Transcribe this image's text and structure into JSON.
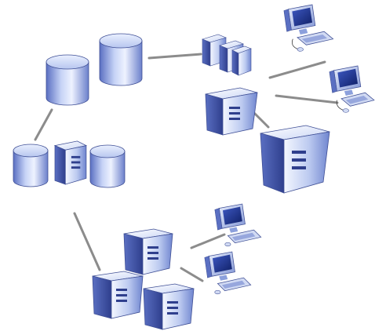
{
  "diagram": {
    "kind": "network-topology",
    "background": "#ffffff",
    "palette": {
      "connector": "#8c8c8c",
      "device_light": "#e6ecf9",
      "device_mid": "#9aaee0",
      "device_dark": "#4f63b6",
      "device_outline": "#3f4f95",
      "screen": "#1b2f86",
      "disk_top": "#d9e3fb",
      "disk_side": "#7f95d4",
      "keyboard": "#d1daf3"
    },
    "components": [
      {
        "id": "db-cluster-a",
        "name": "database-pair",
        "type": "database-pair"
      },
      {
        "id": "db-cluster-b",
        "name": "database-server-database",
        "type": "server-with-databases"
      },
      {
        "id": "rack-stack",
        "name": "server-rack-stack",
        "type": "server-stack"
      },
      {
        "id": "server-upper-mid",
        "name": "server-upper",
        "type": "tower-server"
      },
      {
        "id": "server-large",
        "name": "server-large",
        "type": "tower-server"
      },
      {
        "id": "workstation-top",
        "name": "workstation-top",
        "type": "workstation"
      },
      {
        "id": "workstation-right",
        "name": "workstation-right",
        "type": "workstation"
      },
      {
        "id": "server-bottom-mid",
        "name": "server-bottom-mid",
        "type": "tower-server"
      },
      {
        "id": "server-bottom-left",
        "name": "server-bottom-left",
        "type": "tower-server"
      },
      {
        "id": "server-bottom-right",
        "name": "server-bottom-right",
        "type": "tower-server"
      },
      {
        "id": "workstation-bottom-1",
        "name": "workstation-bottom-upper",
        "type": "workstation"
      },
      {
        "id": "workstation-bottom-2",
        "name": "workstation-bottom-lower",
        "type": "workstation"
      }
    ],
    "connections": [
      {
        "from": "db-cluster-a",
        "to": "rack-stack"
      },
      {
        "from": "db-cluster-a",
        "to": "db-cluster-b"
      },
      {
        "from": "server-upper-mid",
        "to": "workstation-top"
      },
      {
        "from": "server-upper-mid",
        "to": "workstation-right"
      },
      {
        "from": "server-upper-mid",
        "to": "server-large"
      },
      {
        "from": "db-cluster-b",
        "to": "server-bottom-left"
      },
      {
        "from": "server-bottom-mid",
        "to": "workstation-bottom-1"
      },
      {
        "from": "server-bottom-mid",
        "to": "workstation-bottom-2"
      }
    ]
  }
}
